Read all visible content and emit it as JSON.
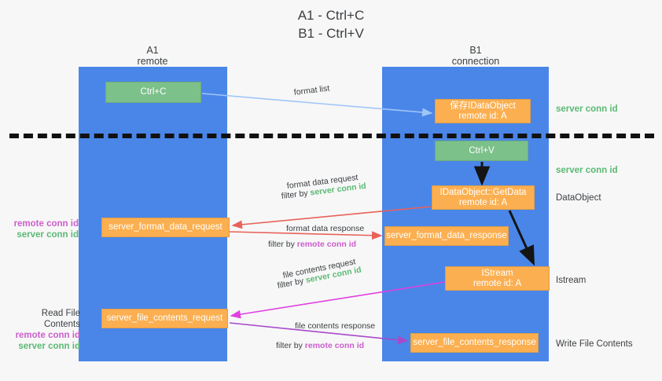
{
  "title": "A1 - Ctrl+C\nB1 - Ctrl+V",
  "lanes": {
    "a": {
      "header": "A1\nremote"
    },
    "b": {
      "header": "B1\nconnection"
    }
  },
  "boxes": {
    "ctrl_c": {
      "label": "Ctrl+C",
      "color": "#7cc08a"
    },
    "idataobject": {
      "line1": "保存IDataObject",
      "line2": "remote id: A",
      "color": "#fbaf50"
    },
    "ctrl_v": {
      "label": "Ctrl+V",
      "color": "#7cc08a"
    },
    "getdata": {
      "line1": "IDataObject::GetData",
      "line2": "remote id: A",
      "color": "#fbaf50"
    },
    "format_data_request": {
      "label": "server_format_data_request",
      "color": "#fbaf50"
    },
    "format_data_response": {
      "label": "server_format_data_response",
      "color": "#fbaf50"
    },
    "istream": {
      "line1": "IStream",
      "line2": "remote id: A",
      "color": "#fbaf50"
    },
    "file_contents_request": {
      "label": "server_file_contents_request",
      "color": "#fbaf50"
    },
    "file_contents_response": {
      "label": "server_file_contents_response",
      "color": "#fbaf50"
    }
  },
  "edge_labels": {
    "format_list": "format list",
    "format_data_request": "format data request",
    "format_data_request_filter_prefix": "filter by ",
    "format_data_request_filter_value": "server conn id",
    "format_data_response": "format data response",
    "format_data_response_filter_prefix": "filter by ",
    "format_data_response_filter_value": "remote conn id",
    "file_contents_request": "file contents request",
    "file_contents_request_filter_prefix": "filter by ",
    "file_contents_request_filter_value": "server conn id",
    "file_contents_response": "file contents response",
    "file_contents_response_filter_prefix": "filter by ",
    "file_contents_response_filter_value": "remote conn id"
  },
  "annotations": {
    "server_conn_id_top": "server conn id",
    "server_conn_id_mid": "server conn id",
    "dataobject": "DataObject",
    "istream": "Istream",
    "write_file_contents": "Write File Contents",
    "read_file_contents": "Read File Contents",
    "remote_conn_id": "remote conn id",
    "server_conn_id": "server conn id"
  },
  "colors": {
    "lane": "#4a86e8",
    "green_text": "#5bb974",
    "magenta_text": "#cc5ecc",
    "orange_box": "#fbaf50",
    "green_box": "#7cc08a",
    "arrow_blue": "#9fc5f8",
    "arrow_red": "#e8615a",
    "arrow_magenta": "#e040e0",
    "arrow_purple": "#a64ac9",
    "arrow_dark": "#1a1a1a",
    "divider": "#111111",
    "background": "#f7f7f7"
  }
}
